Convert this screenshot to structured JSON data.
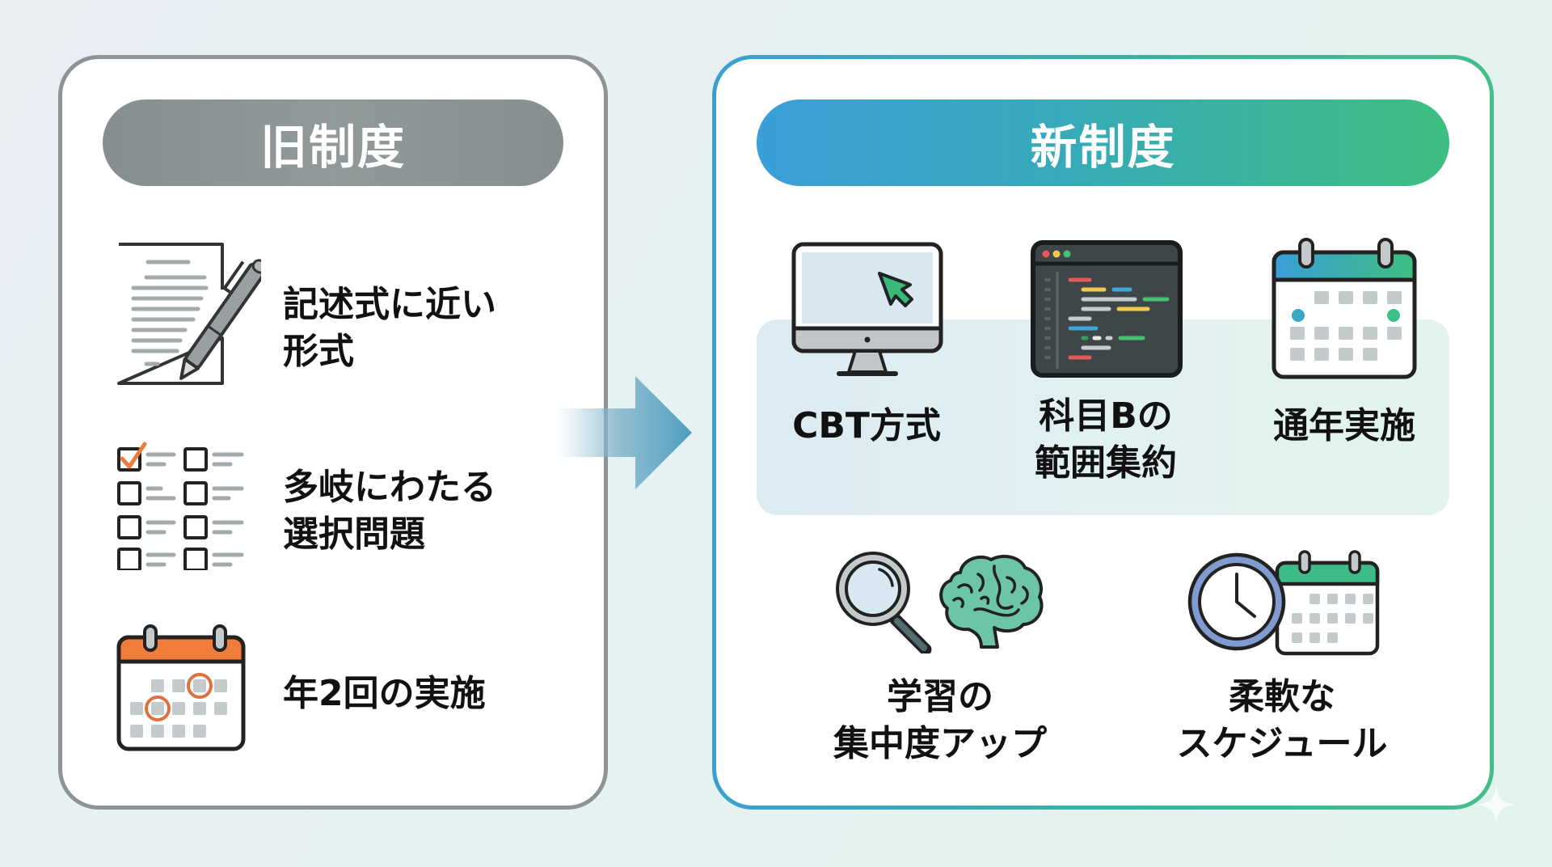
{
  "old_system": {
    "title": "旧制度",
    "items": [
      {
        "icon": "document-pen-icon",
        "label": "記述式に近い\n形式"
      },
      {
        "icon": "checklist-icon",
        "label": "多岐にわたる\n選択問題"
      },
      {
        "icon": "calendar-twice-icon",
        "label": "年2回の実施"
      }
    ]
  },
  "new_system": {
    "title": "新制度",
    "top_items": [
      {
        "icon": "computer-monitor-icon",
        "label": "CBT方式"
      },
      {
        "icon": "code-editor-icon",
        "label": "科目Bの\n範囲集約"
      },
      {
        "icon": "calendar-range-icon",
        "label": "通年実施"
      }
    ],
    "bottom_items": [
      {
        "icon": "magnifier-brain-icon",
        "label": "学習の\n集中度アップ"
      },
      {
        "icon": "clock-calendar-icon",
        "label": "柔軟な\nスケジュール"
      }
    ]
  },
  "colors": {
    "old_accent": "#8a9192",
    "new_gradient_start": "#3a9ed8",
    "new_gradient_end": "#3dbf80",
    "old_calendar_header": "#f07c3a",
    "checkmark": "#ee7a3c",
    "brain": "#6cc6a6",
    "clock_ring": "#7f9bd0"
  }
}
